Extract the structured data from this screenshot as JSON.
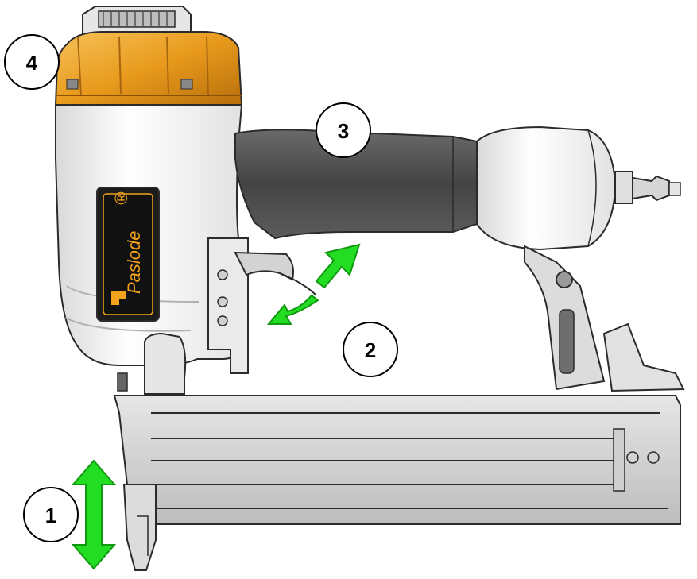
{
  "brand": {
    "name": "Paslode",
    "mark": "®"
  },
  "callouts": [
    {
      "id": "1",
      "label": "1"
    },
    {
      "id": "2",
      "label": "2"
    },
    {
      "id": "3",
      "label": "3"
    },
    {
      "id": "4",
      "label": "4"
    }
  ],
  "colors": {
    "cap": "#e89a1c",
    "cap_dark": "#b86f0c",
    "body": "#f2f2f2",
    "outline": "#2b2b2b",
    "grip": "#4a4a4a",
    "magazine": "#cfcfcf",
    "arrow": "#22dd22",
    "arrow_edge": "#119911"
  },
  "icons": [
    "double-arrow-icon",
    "curved-arrow-icon"
  ]
}
